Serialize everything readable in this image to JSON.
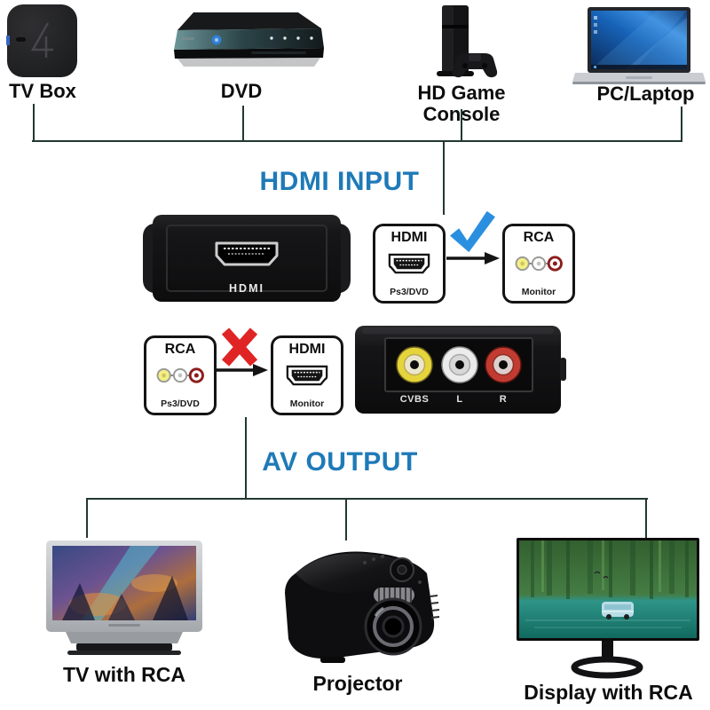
{
  "top_row": {
    "devices": [
      {
        "label": "TV Box"
      },
      {
        "label": "DVD"
      },
      {
        "label": "HD Game Console"
      },
      {
        "label": "PC/Laptop"
      }
    ]
  },
  "sections": {
    "hdmi_input": "HDMI INPUT",
    "av_output": "AV OUTPUT"
  },
  "converter": {
    "front_port_label": "HDMI",
    "back_ports": [
      {
        "label": "CVBS"
      },
      {
        "label": "L"
      },
      {
        "label": "R"
      }
    ]
  },
  "connections": {
    "correct": {
      "source": {
        "title": "HDMI",
        "subtitle": "Ps3/DVD",
        "icon": "hdmi-plug-icon"
      },
      "target": {
        "title": "RCA",
        "subtitle": "Monitor",
        "icon": "rca-plugs-icon"
      },
      "mark": "check"
    },
    "wrong": {
      "source": {
        "title": "RCA",
        "subtitle": "Ps3/DVD",
        "icon": "rca-plugs-icon"
      },
      "target": {
        "title": "HDMI",
        "subtitle": "Monitor",
        "icon": "hdmi-plug-icon"
      },
      "mark": "cross"
    }
  },
  "bottom_row": {
    "devices": [
      {
        "label": "TV with RCA"
      },
      {
        "label": "Projector"
      },
      {
        "label": "Display with RCA"
      }
    ]
  },
  "colors": {
    "heading_blue": "#1e7ab8",
    "check_blue": "#2b8fdf",
    "cross_red": "#e02424",
    "connector_line": "#22382f",
    "rca_yellow": "#e5d43c",
    "rca_white": "#ececec",
    "rca_red": "#c23b31"
  }
}
